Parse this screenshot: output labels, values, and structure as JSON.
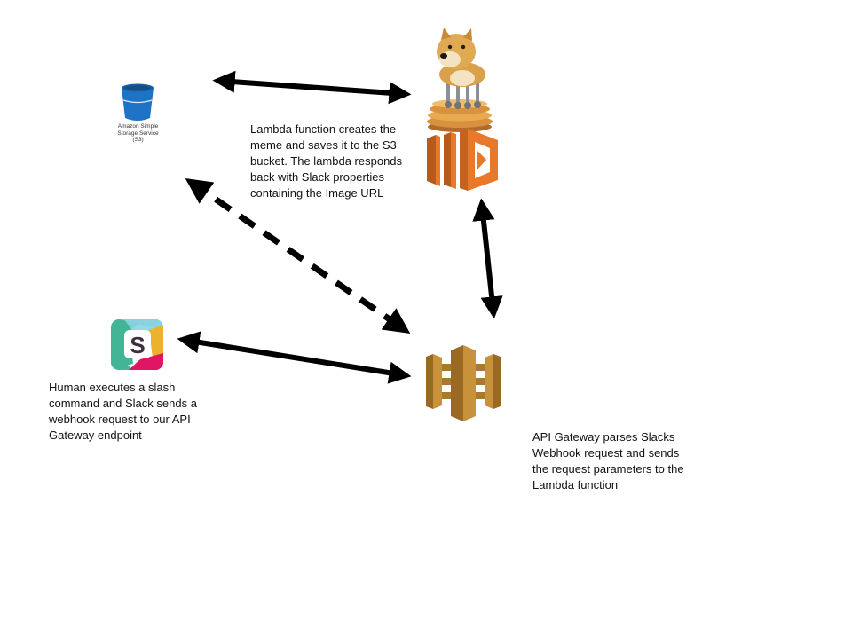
{
  "nodes": {
    "s3": {
      "label": "Amazon Simple\nStorage Service\n(S3)",
      "icon": "s3-bucket-icon"
    },
    "lambda": {
      "icon": "aws-lambda-icon",
      "decoration": "doge-on-pancakes"
    },
    "slack": {
      "icon": "slack-logo-icon",
      "letter": "S"
    },
    "api_gateway": {
      "icon": "api-gateway-icon"
    }
  },
  "captions": {
    "lambda": "Lambda function creates the\nmeme and saves it to the S3\nbucket. The lambda responds\nback with Slack properties\ncontaining the Image URL",
    "slack": "Human executes a slash\ncommand and Slack sends a\nwebhook request to our API\nGateway endpoint",
    "api_gateway": "API Gateway parses Slacks\nWebhook request and sends\nthe request parameters to the\nLambda function"
  },
  "edges": [
    {
      "from": "s3",
      "to": "lambda",
      "style": "solid",
      "direction": "both"
    },
    {
      "from": "lambda",
      "to": "api_gateway",
      "style": "solid",
      "direction": "both"
    },
    {
      "from": "slack",
      "to": "api_gateway",
      "style": "solid",
      "direction": "both"
    },
    {
      "from": "s3",
      "to": "api_gateway",
      "style": "dashed",
      "direction": "both"
    }
  ],
  "colors": {
    "arrow": "#000000",
    "s3_blue": "#1f73c4",
    "lambda_orange": "#e8792a",
    "apigw_gold": "#c8923a",
    "slack_teal": "#42b597",
    "slack_pink": "#e01563",
    "slack_yellow": "#ecb22e",
    "slack_blue": "#89d3df"
  }
}
